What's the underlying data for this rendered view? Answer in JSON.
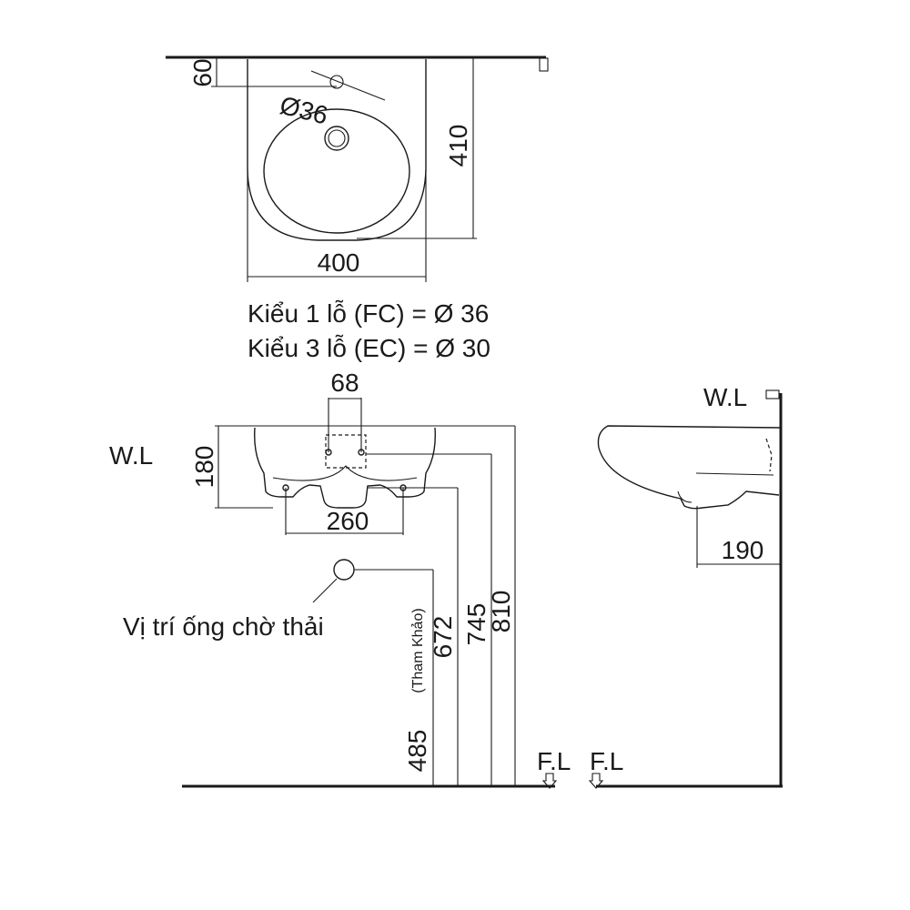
{
  "top_view": {
    "dim_60": "60",
    "dim_hole": "Ø36",
    "dim_410": "410",
    "dim_400": "400"
  },
  "notes": {
    "type1": "Kiểu 1 lỗ (FC) = Ø 36",
    "type3": "Kiểu 3 lỗ (EC) = Ø 30"
  },
  "front_view": {
    "dim_68": "68",
    "wall_label": "W.L",
    "dim_180": "180",
    "dim_260": "260",
    "drain_label": "Vị trí ống chờ thải",
    "dim_485": "485",
    "dim_485_note": "(Tham Khảo)",
    "dim_672": "672",
    "dim_745": "745",
    "dim_810": "810",
    "floor_label": "F.L"
  },
  "side_view": {
    "wall_label": "W.L",
    "dim_190": "190",
    "floor_label": "F.L"
  },
  "colors": {
    "line": "#1a1a1a",
    "background": "#ffffff"
  }
}
